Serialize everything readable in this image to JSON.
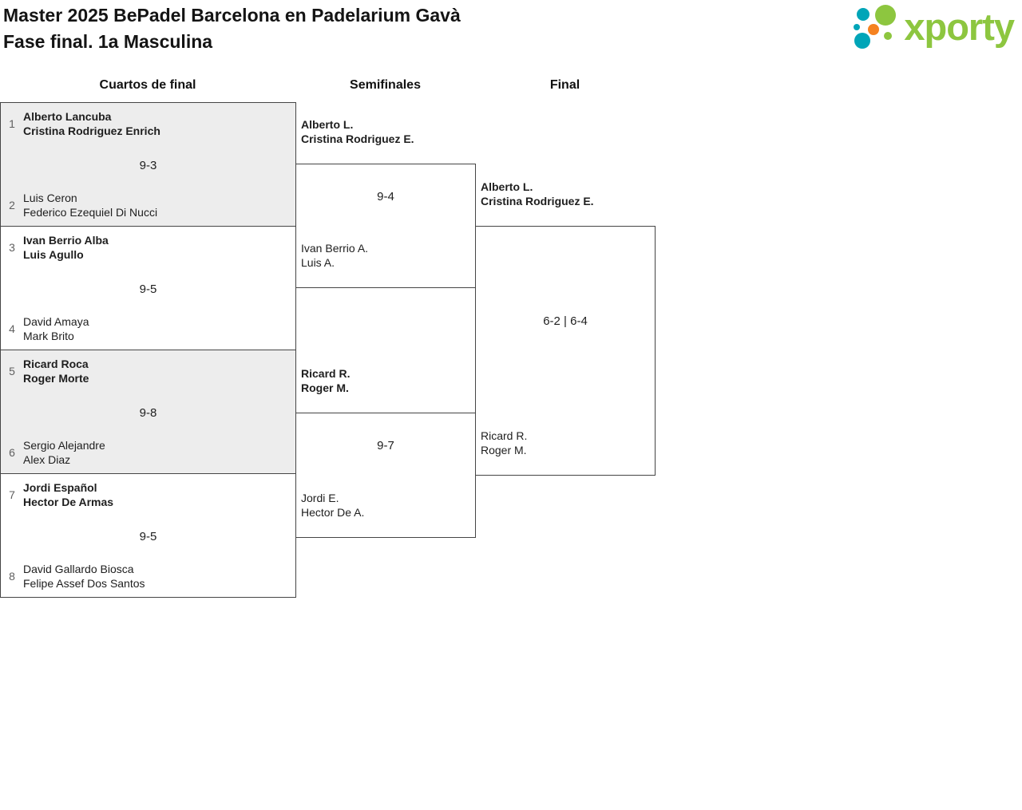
{
  "header": {
    "title_line1": "Master 2025 BePadel Barcelona en Padelarium Gavà",
    "title_line2": "Fase final. 1a Masculina",
    "logo_text": "xporty"
  },
  "round_headers": {
    "quarterfinals": "Cuartos de final",
    "semifinals": "Semifinales",
    "final": "Final"
  },
  "bracket": {
    "quarterfinals": [
      {
        "seed_top": "1",
        "team_top": [
          "Alberto Lancuba",
          "Cristina Rodriguez Enrich"
        ],
        "seed_bottom": "2",
        "team_bottom": [
          "Luis Ceron",
          "Federico Ezequiel Di Nucci"
        ],
        "score": "9-3",
        "winner": "top"
      },
      {
        "seed_top": "3",
        "team_top": [
          "Ivan Berrio Alba",
          "Luis Agullo"
        ],
        "seed_bottom": "4",
        "team_bottom": [
          "David Amaya",
          "Mark Brito"
        ],
        "score": "9-5",
        "winner": "top"
      },
      {
        "seed_top": "5",
        "team_top": [
          "Ricard Roca",
          "Roger Morte"
        ],
        "seed_bottom": "6",
        "team_bottom": [
          "Sergio Alejandre",
          "Alex Diaz"
        ],
        "score": "9-8",
        "winner": "top"
      },
      {
        "seed_top": "7",
        "team_top": [
          "Jordi Español",
          "Hector De Armas"
        ],
        "seed_bottom": "8",
        "team_bottom": [
          "David Gallardo Biosca",
          "Felipe Assef Dos Santos"
        ],
        "score": "9-5",
        "winner": "top"
      }
    ],
    "semifinals": [
      {
        "team_top": [
          "Alberto L.",
          "Cristina Rodriguez E."
        ],
        "team_bottom": [
          "Ivan Berrio A.",
          "Luis A."
        ],
        "score": "9-4",
        "winner": "top"
      },
      {
        "team_top": [
          "Ricard R.",
          "Roger M."
        ],
        "team_bottom": [
          "Jordi E.",
          "Hector De A."
        ],
        "score": "9-7",
        "winner": "top"
      }
    ],
    "final": {
      "team_top": [
        "Alberto L.",
        "Cristina Rodriguez E."
      ],
      "team_bottom": [
        "Ricard R.",
        "Roger M."
      ],
      "score": "6-2 | 6-4",
      "winner": "top"
    }
  },
  "colors": {
    "match_alt_bg": "#ededed",
    "border": "#454545",
    "logo_green": "#8dc63f",
    "logo_teal": "#00a5b8",
    "logo_orange": "#f58220"
  }
}
